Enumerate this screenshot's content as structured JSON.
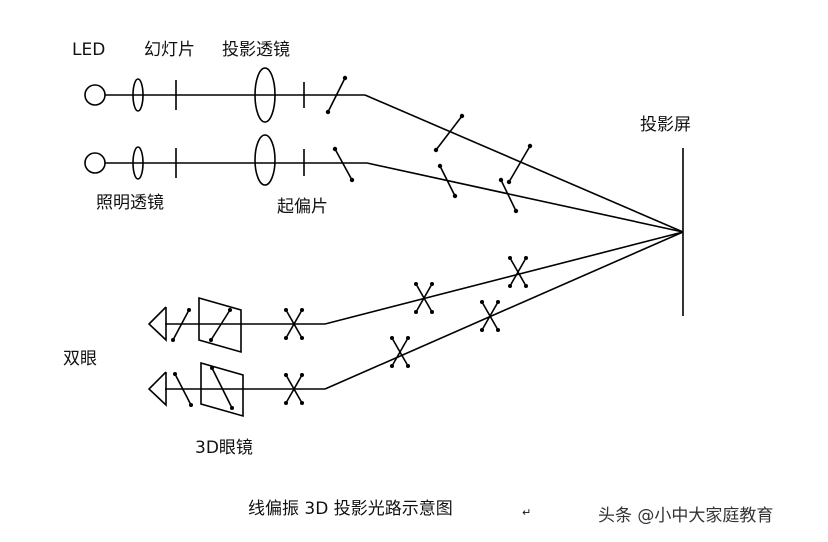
{
  "labels": {
    "led": "LED",
    "slide": "幻灯片",
    "projection_lens": "投影透镜",
    "illumination_lens": "照明透镜",
    "polarizer": "起偏片",
    "screen": "投影屏",
    "eyes": "双眼",
    "glasses": "3D眼镜"
  },
  "caption": "线偏振 3D 投影光路示意图",
  "caption_mark": "↵",
  "watermark": "头条 @小中大家庭教育"
}
